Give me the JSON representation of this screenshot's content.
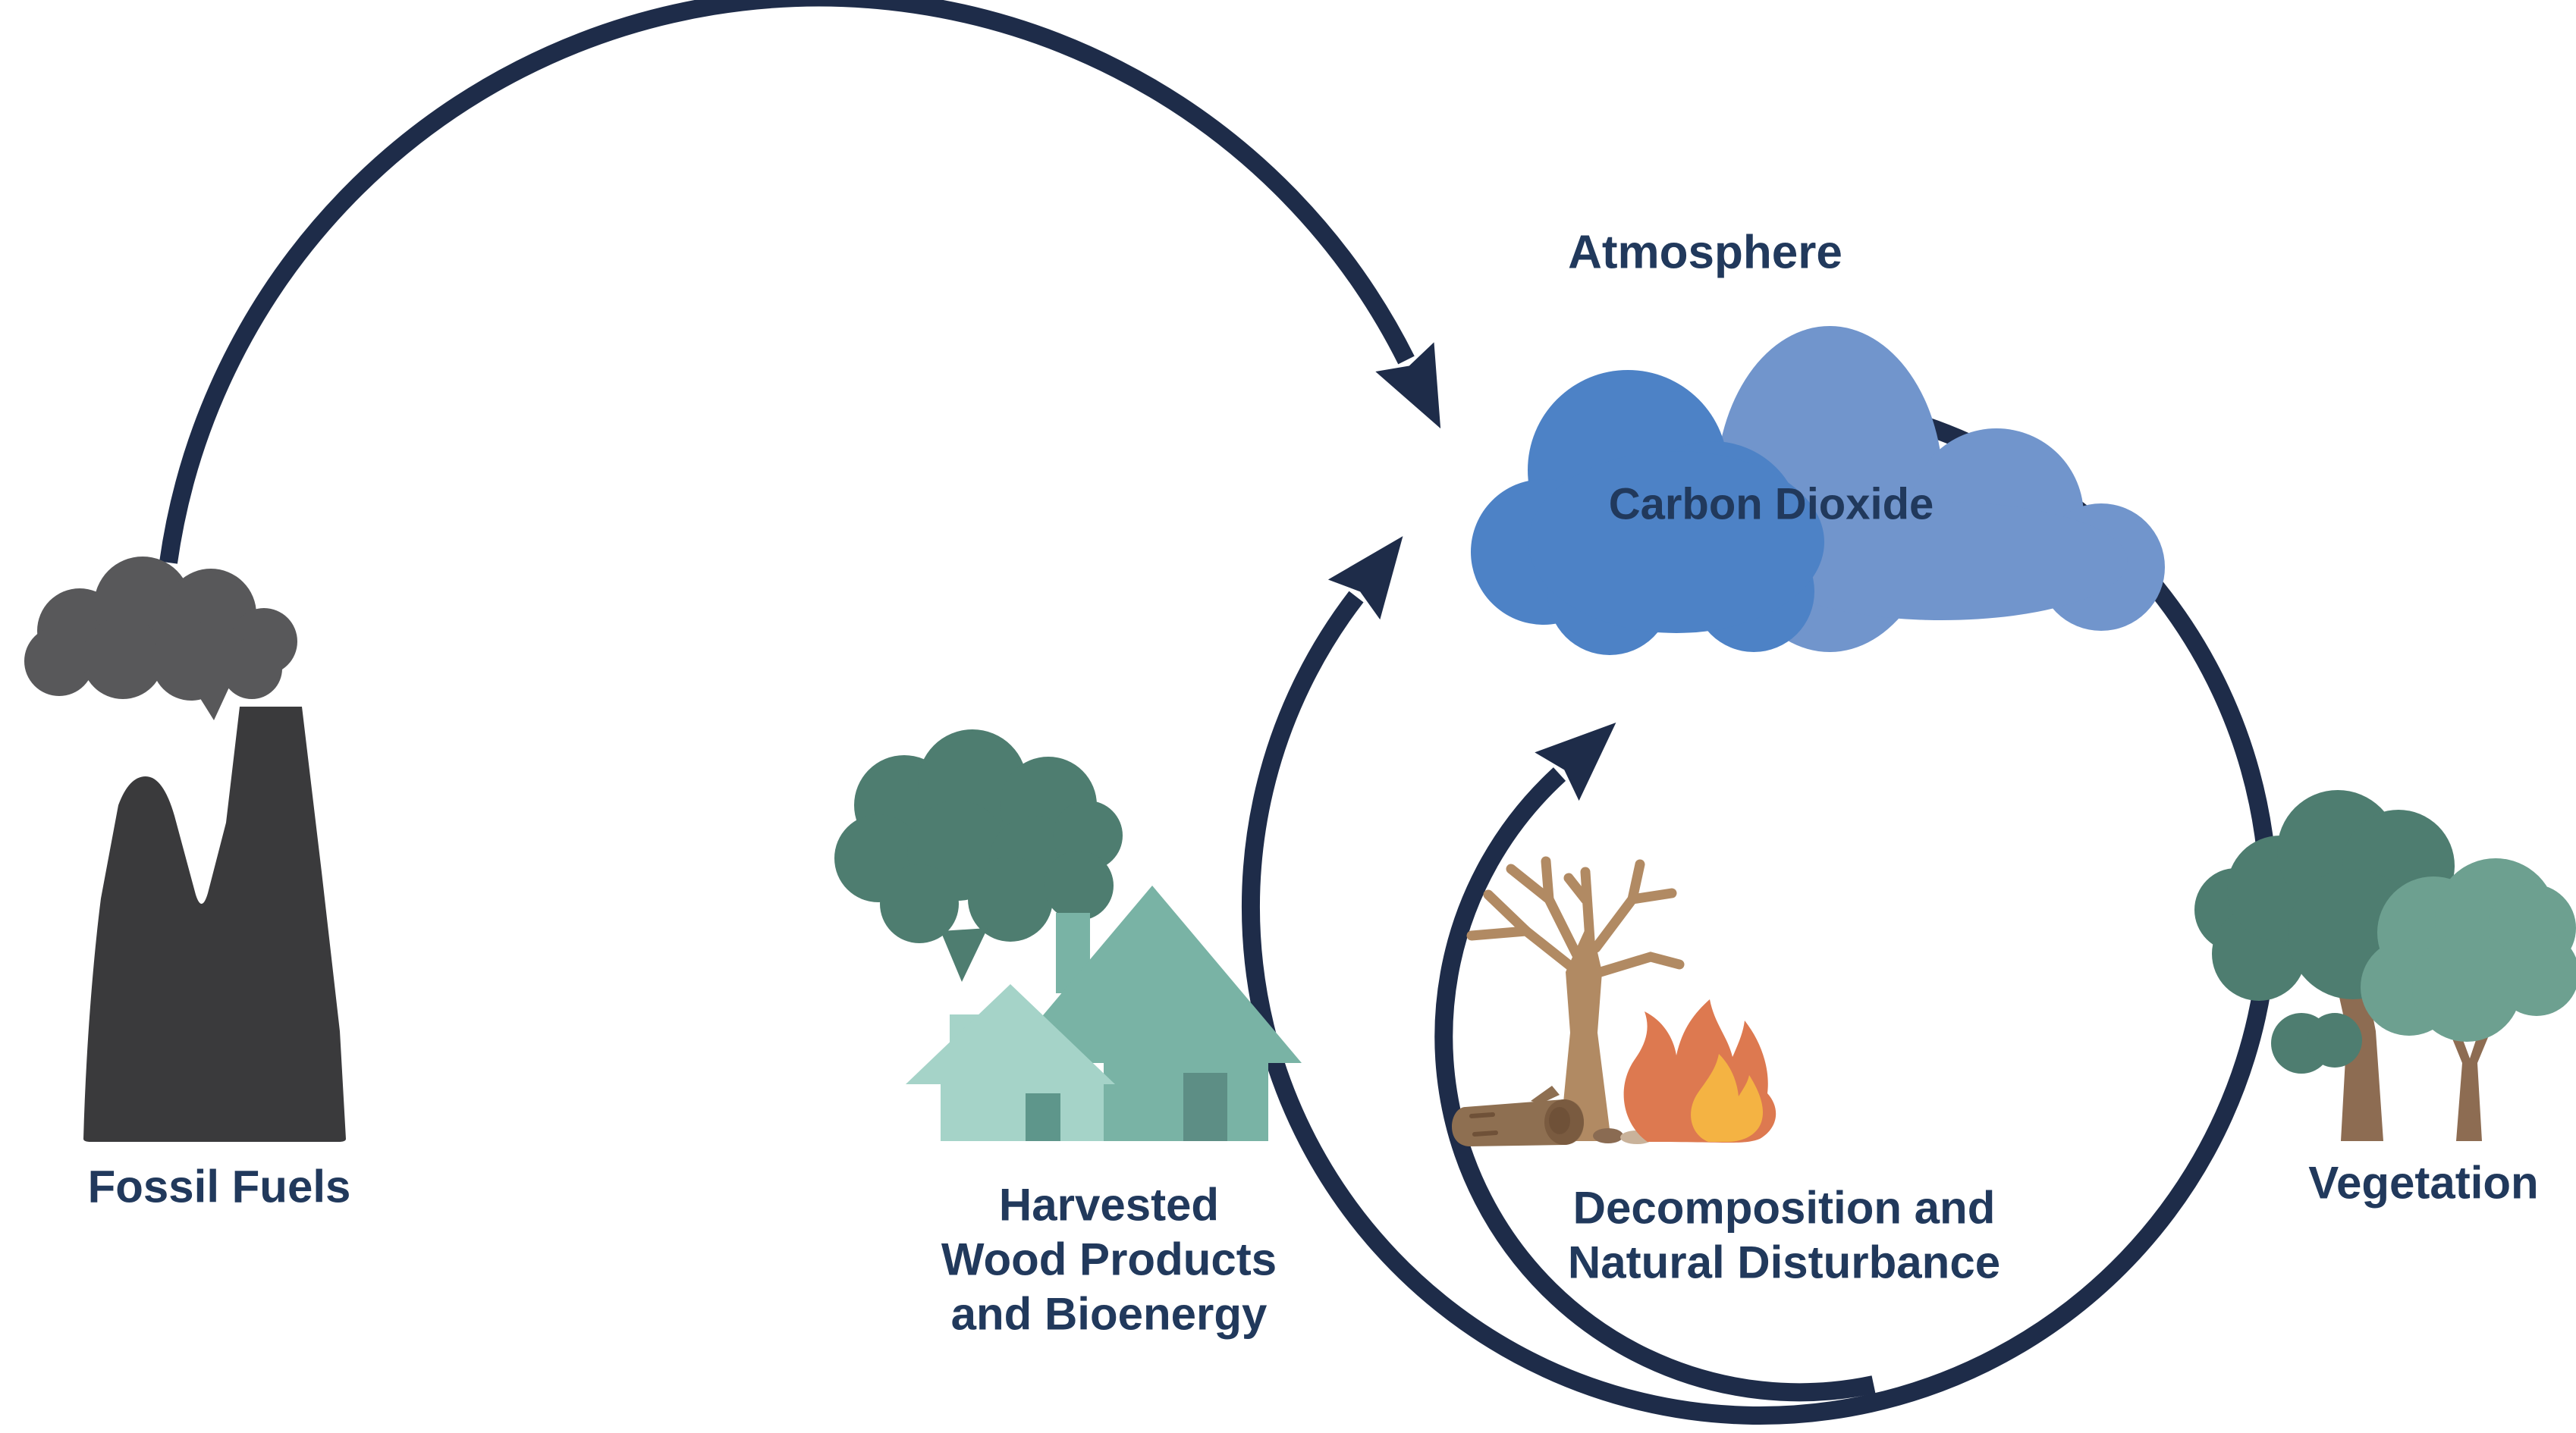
{
  "diagram": {
    "type": "cycle-diagram",
    "subject": "Forest carbon cycle"
  },
  "labels": {
    "atmosphere": "Atmosphere",
    "carbon_dioxide": "Carbon Dioxide",
    "fossil_fuels": "Fossil Fuels",
    "harvested_lines": [
      "Harvested",
      "Wood Products",
      "and Bioenergy"
    ],
    "decomposition_lines": [
      "Decomposition and",
      "Natural Disturbance"
    ],
    "vegetation": "Vegetation"
  },
  "arrows": [
    {
      "name": "fossil-fuels-to-atmosphere",
      "from": "Fossil Fuels",
      "to": "Carbon Dioxide"
    },
    {
      "name": "atmosphere-vegetation-cycle",
      "from": "Atmosphere",
      "via": "Vegetation",
      "to": "Atmosphere"
    },
    {
      "name": "decomposition-to-atmosphere",
      "from": "Decomposition and Natural Disturbance",
      "to": "Carbon Dioxide"
    }
  ],
  "colors": {
    "background": "#ffffff",
    "arrow": "#1e2c49",
    "text": "#21395c",
    "cloud_front": "#4d82c6",
    "cloud_back": "#7195cc",
    "factory": "#3a3a3c",
    "factory_smoke": "#58585a",
    "house_light": "#a5d3c8",
    "house_dark": "#79b3a5",
    "door_light_house": "#5e968b",
    "door_dark_house": "#5d8e85",
    "house_smoke": "#4e7d70",
    "foliage_dark": "#4e7d70",
    "foliage_light": "#6da090",
    "trunk": "#8d6c52",
    "dead_tree": "#b18a63",
    "log": "#8e6f51",
    "log_end": "#7a5b40",
    "log_dark": "#6f5138",
    "pebble_dark": "#8a6b52",
    "pebble_light": "#c9b29a",
    "fire_outer": "#dd7950",
    "fire_inner": "#f4b343"
  }
}
